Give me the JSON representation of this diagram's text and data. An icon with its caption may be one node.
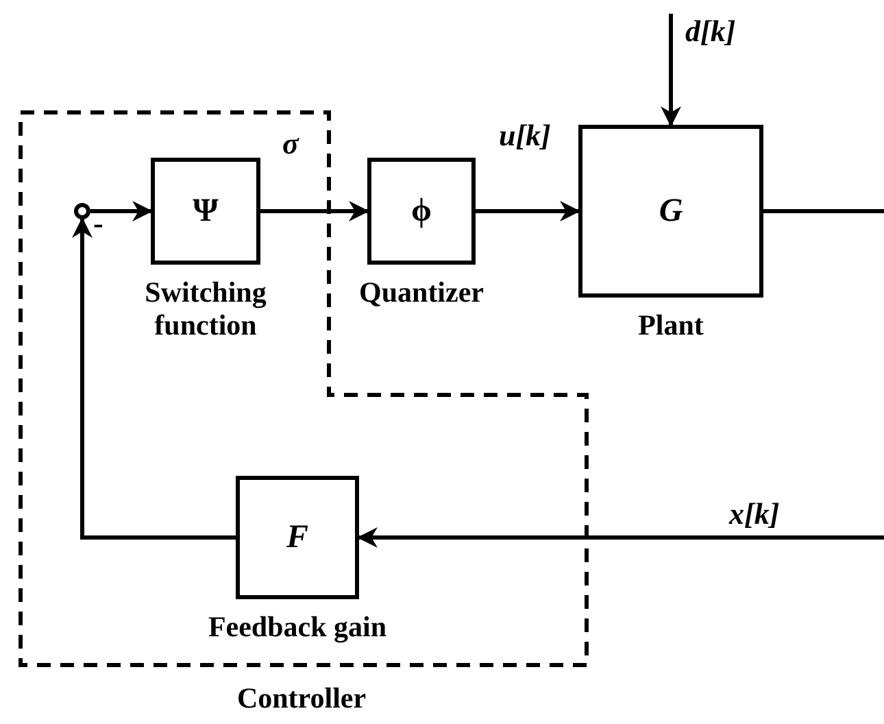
{
  "diagram": {
    "nodes": [
      {
        "text": [
          "Controller"
        ]
      },
      {
        "text": [],
        "shape": "circle",
        "in": 0
      },
      {
        "text": [
          "Ψ"
        ],
        "beside": [
          "Switching function"
        ],
        "in": 0
      },
      {
        "text": [
          "ϕ"
        ],
        "beside": [
          "Quantizer"
        ]
      },
      {
        "text": [
          "G"
        ],
        "beside": [
          "Plant"
        ]
      },
      {
        "text": [
          "F"
        ],
        "beside": [
          "Feedback gain"
        ],
        "in": 0
      }
    ],
    "edges": [
      {
        "from": null,
        "to": 4,
        "arrow": "to",
        "label": "d[k]"
      },
      {
        "from": 1,
        "to": 2,
        "arrow": "to"
      },
      {
        "from": 2,
        "to": 3,
        "arrow": "to",
        "label": "σ"
      },
      {
        "from": 3,
        "to": 4,
        "arrow": "to",
        "label": "u[k]"
      },
      {
        "from": 4,
        "to": null,
        "arrow": "none"
      },
      {
        "from": null,
        "to": 5,
        "arrow": "to",
        "label": "x[k]"
      },
      {
        "from": 5,
        "to": 1,
        "arrow": "to"
      }
    ],
    "labels": [
      "-"
    ]
  }
}
